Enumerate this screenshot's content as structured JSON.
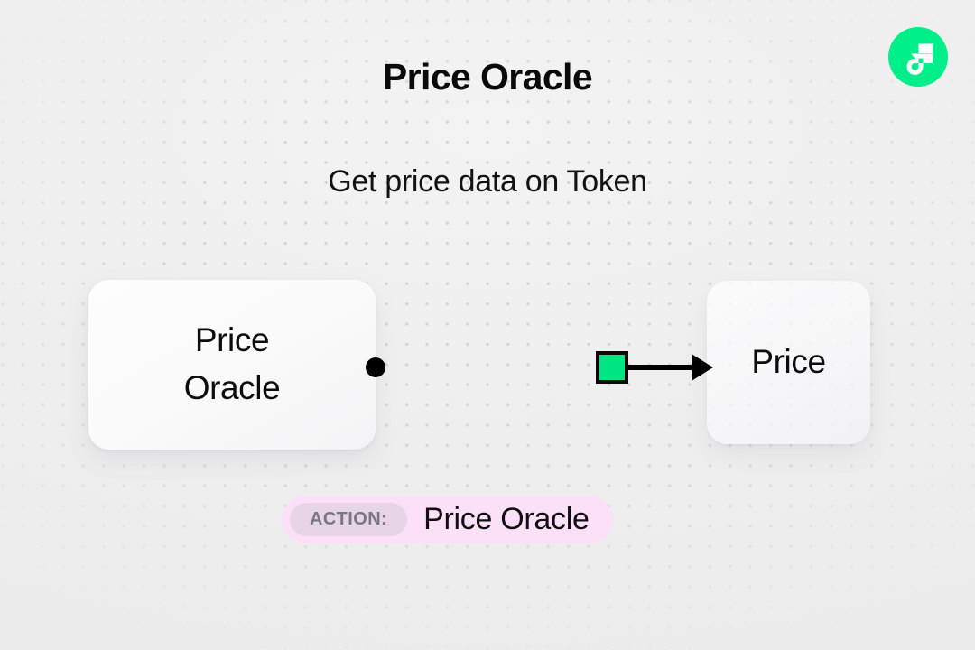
{
  "header": {
    "title": "Price Oracle",
    "subtitle": "Get price data on Token"
  },
  "brand": {
    "logo_name": "flow-logo-icon",
    "logo_color": "#00ef8b",
    "mark_color": "#ffffff"
  },
  "diagram": {
    "source_node": {
      "label_line1": "Price",
      "label_line2": "Oracle"
    },
    "target_node": {
      "label": "Price"
    },
    "connector": {
      "start_dot_color": "#000000",
      "line_color": "#000000",
      "accent_color": "#00e583",
      "node_icon_name": "green-square-node-icon",
      "arrow_icon_name": "arrow-head-icon"
    }
  },
  "action": {
    "tag_label": "ACTION:",
    "value": "Price Oracle",
    "badge_color": "#fbe0f7",
    "tag_color": "#e7d4e6"
  },
  "background": {
    "base_color": "#efefef",
    "dot_color": "#d6d6da"
  }
}
